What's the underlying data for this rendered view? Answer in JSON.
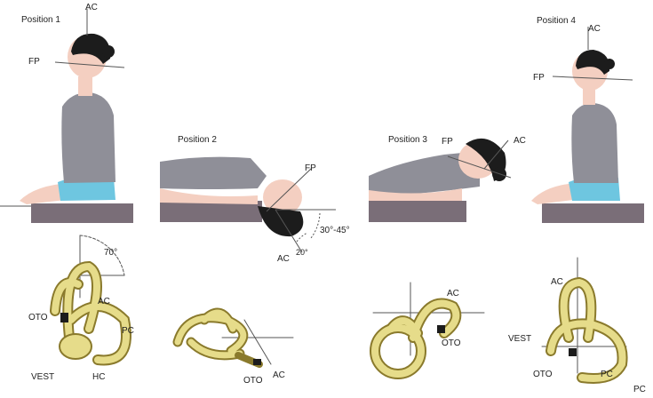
{
  "positions": [
    {
      "title": "Position 1",
      "ac": "AC",
      "fp": "FP"
    },
    {
      "title": "Position 2",
      "ac": "AC",
      "fp": "FP",
      "angle_range": "30°-45°",
      "angle_small": "20°"
    },
    {
      "title": "Position 3",
      "ac": "AC",
      "fp": "FP"
    },
    {
      "title": "Position 4",
      "ac": "AC",
      "fp": "FP"
    }
  ],
  "canals": [
    {
      "angle": "70°",
      "ac": "AC",
      "oto": "OTO",
      "pc": "PC",
      "vest": "VEST",
      "hc": "HC"
    },
    {
      "oto": "OTO",
      "ac": "AC"
    },
    {
      "ac": "AC",
      "oto": "OTO"
    },
    {
      "ac": "AC",
      "vest": "VEST",
      "oto": "OTO",
      "pc": "PC",
      "pc2": "PC"
    }
  ],
  "colors": {
    "skin": "#f4cfc1",
    "shirt": "#8f8f98",
    "shorts": "#6ec6e0",
    "hair": "#1c1c1c",
    "table": "#7a6e78",
    "canal": "#e6dc8a",
    "canal_edge": "#8a7a2c",
    "line": "#555555"
  }
}
